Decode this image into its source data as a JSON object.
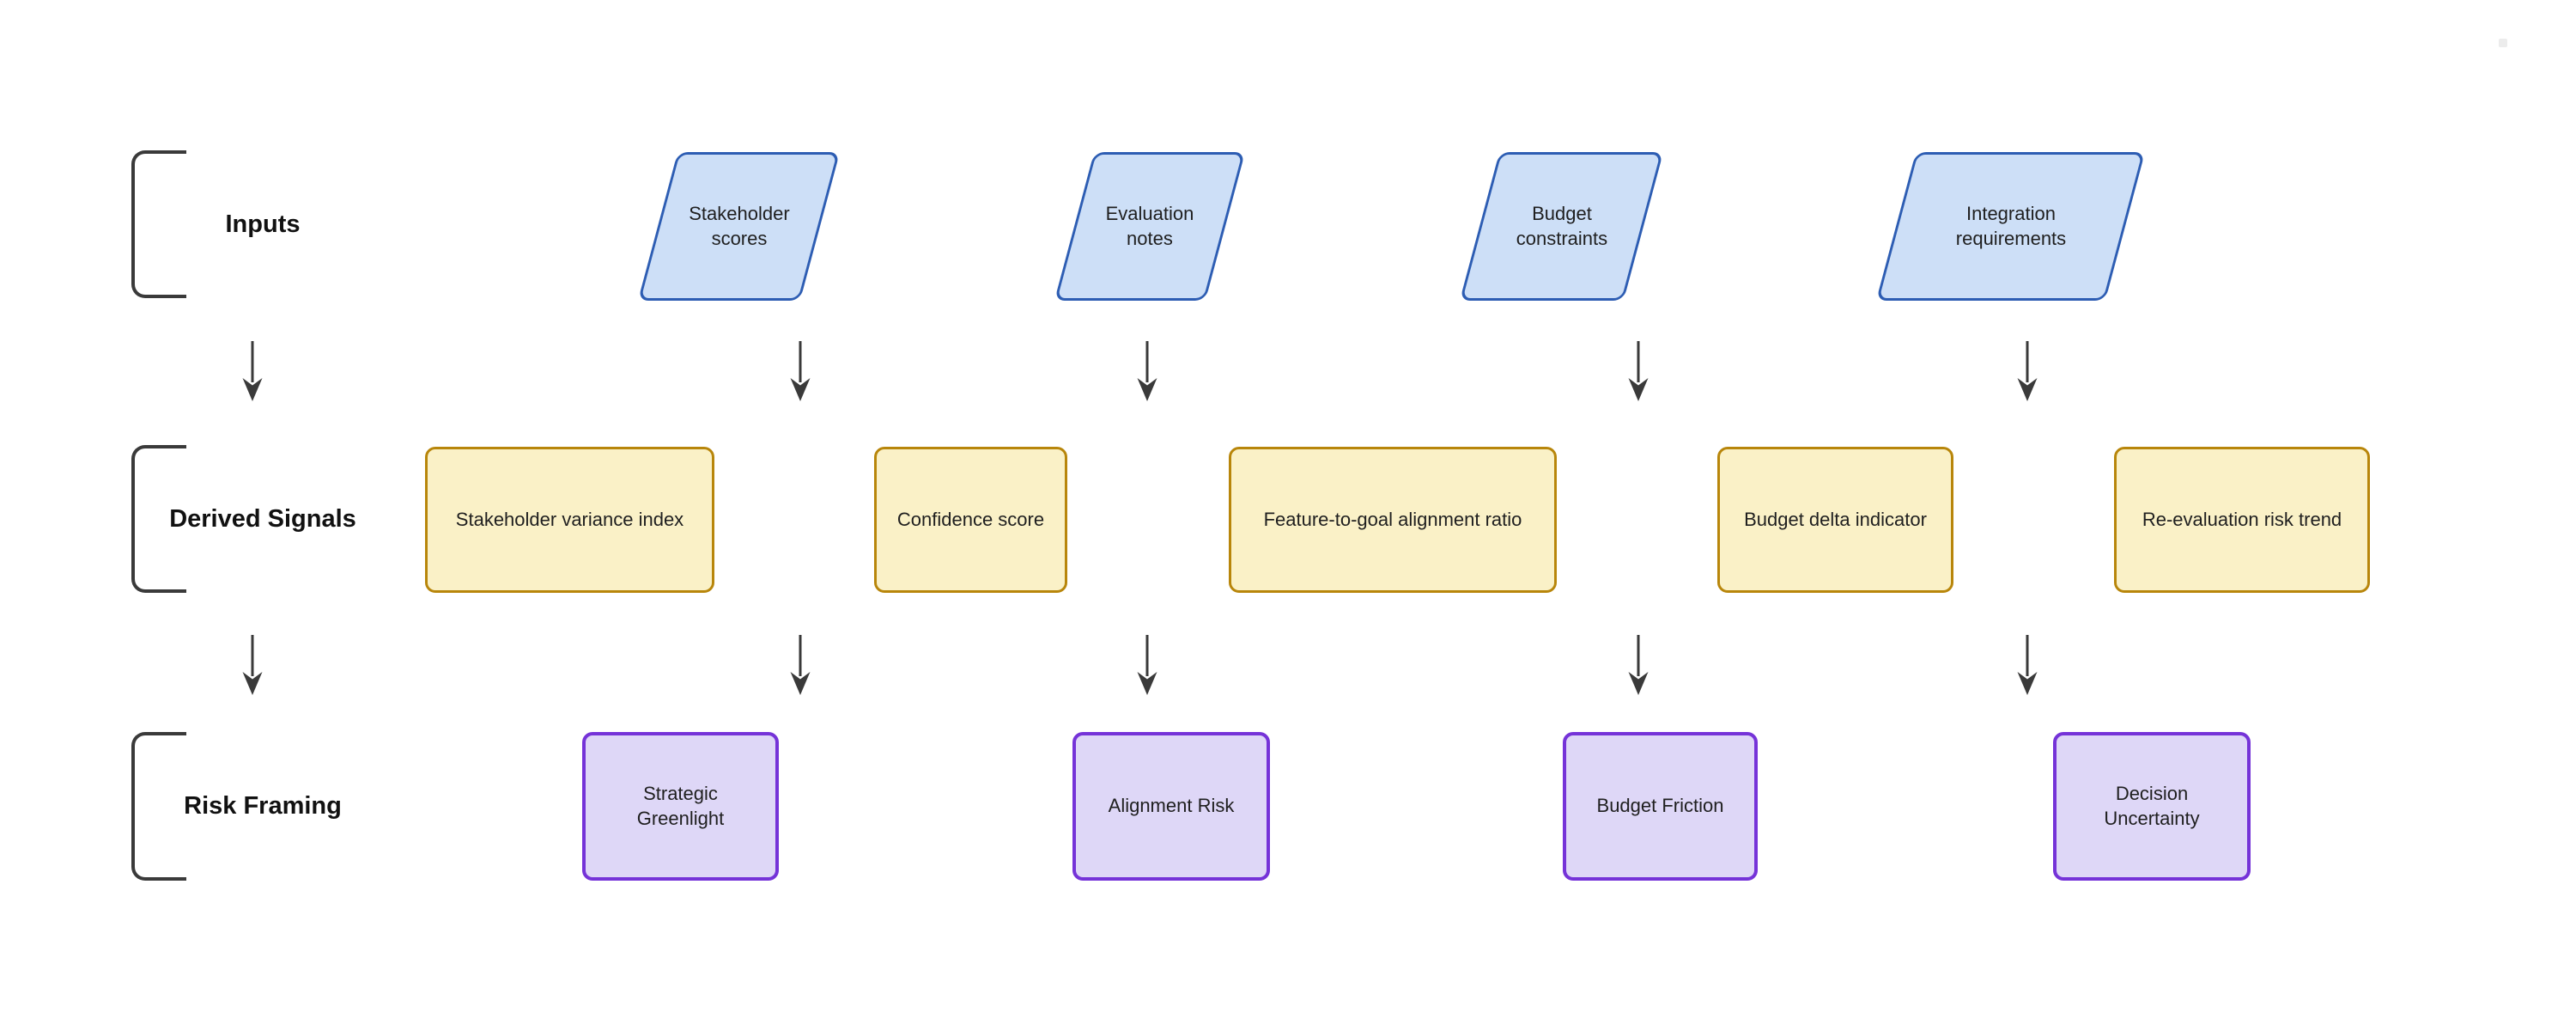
{
  "diagram_type": "flowchart",
  "colors": {
    "background": "#ffffff",
    "text": "#1f1f1f",
    "connector": "#3a3a3a",
    "input_fill": "#cddff7",
    "input_border": "#2d5db3",
    "signal_fill": "#faf1c7",
    "signal_border": "#b8860b",
    "risk_fill": "#ded7f7",
    "risk_border": "#7533d8"
  },
  "rows": [
    {
      "label": "Inputs"
    },
    {
      "label": "Derived Signals"
    },
    {
      "label": "Risk Framing"
    }
  ],
  "inputs": [
    {
      "text": "Stakeholder scores"
    },
    {
      "text": "Evaluation notes"
    },
    {
      "text": "Budget constraints"
    },
    {
      "text": "Integration requirements"
    }
  ],
  "signals": [
    {
      "text": "Stakeholder variance index"
    },
    {
      "text": "Confidence score"
    },
    {
      "text": "Feature-to-goal alignment ratio"
    },
    {
      "text": "Budget delta indicator"
    },
    {
      "text": "Re-evaluation risk trend"
    }
  ],
  "risks": [
    {
      "text": "Strategic Greenlight"
    },
    {
      "text": "Alignment Risk"
    },
    {
      "text": "Budget Friction"
    },
    {
      "text": "Decision Uncertainty"
    }
  ]
}
